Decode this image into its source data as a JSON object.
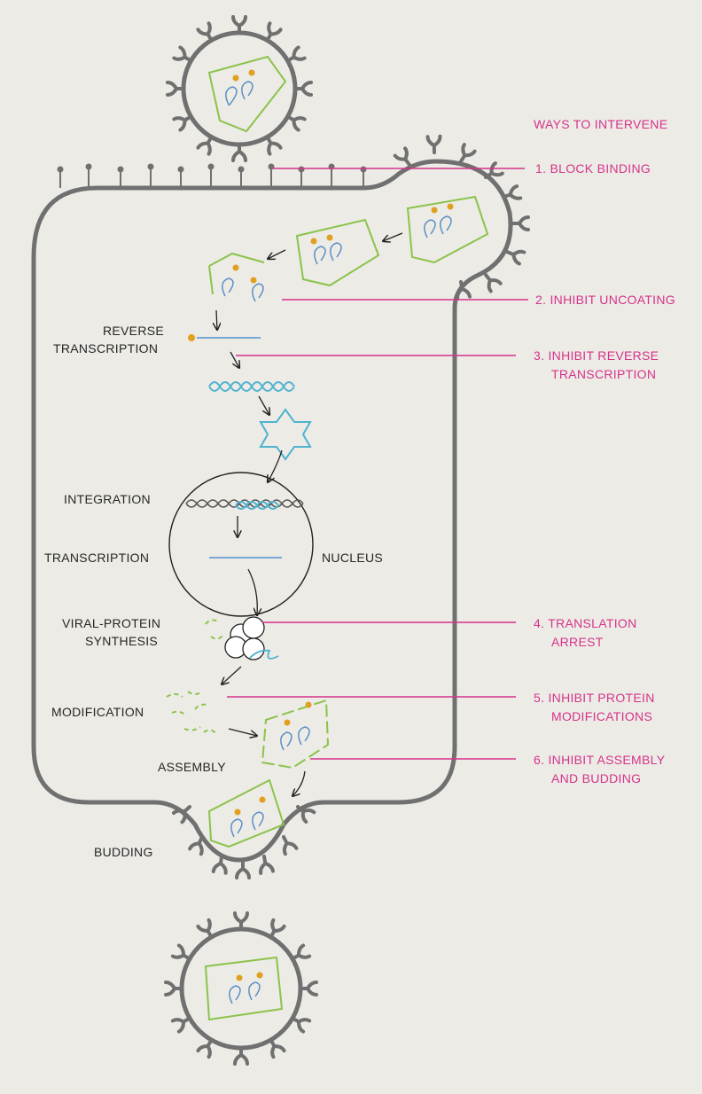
{
  "title": "WAYS TO INTERVENE",
  "stages": {
    "reverse_transcription": [
      "REVERSE",
      "TRANSCRIPTION"
    ],
    "integration": "INTEGRATION",
    "transcription": "TRANSCRIPTION",
    "nucleus": "NUCLEUS",
    "viral_protein_synthesis": [
      "VIRAL-PROTEIN",
      "SYNTHESIS"
    ],
    "modification": "MODIFICATION",
    "assembly": "ASSEMBLY",
    "budding": "BUDDING"
  },
  "interventions": [
    {
      "lines": [
        "1. BLOCK BINDING"
      ]
    },
    {
      "lines": [
        "2. INHIBIT UNCOATING"
      ]
    },
    {
      "lines": [
        "3. INHIBIT REVERSE",
        "TRANSCRIPTION"
      ]
    },
    {
      "lines": [
        "4. TRANSLATION",
        "ARREST"
      ]
    },
    {
      "lines": [
        "5. INHIBIT PROTEIN",
        "MODIFICATIONS"
      ]
    },
    {
      "lines": [
        "6. INHIBIT ASSEMBLY",
        "AND BUDDING"
      ]
    }
  ],
  "colors": {
    "membrane": "#707070",
    "intervention_text": "#d6338a",
    "capsid": "#8bc34a",
    "rna": "#5b8fc7",
    "dna": "#4fb3cf",
    "core_dot": "#e0a020"
  }
}
